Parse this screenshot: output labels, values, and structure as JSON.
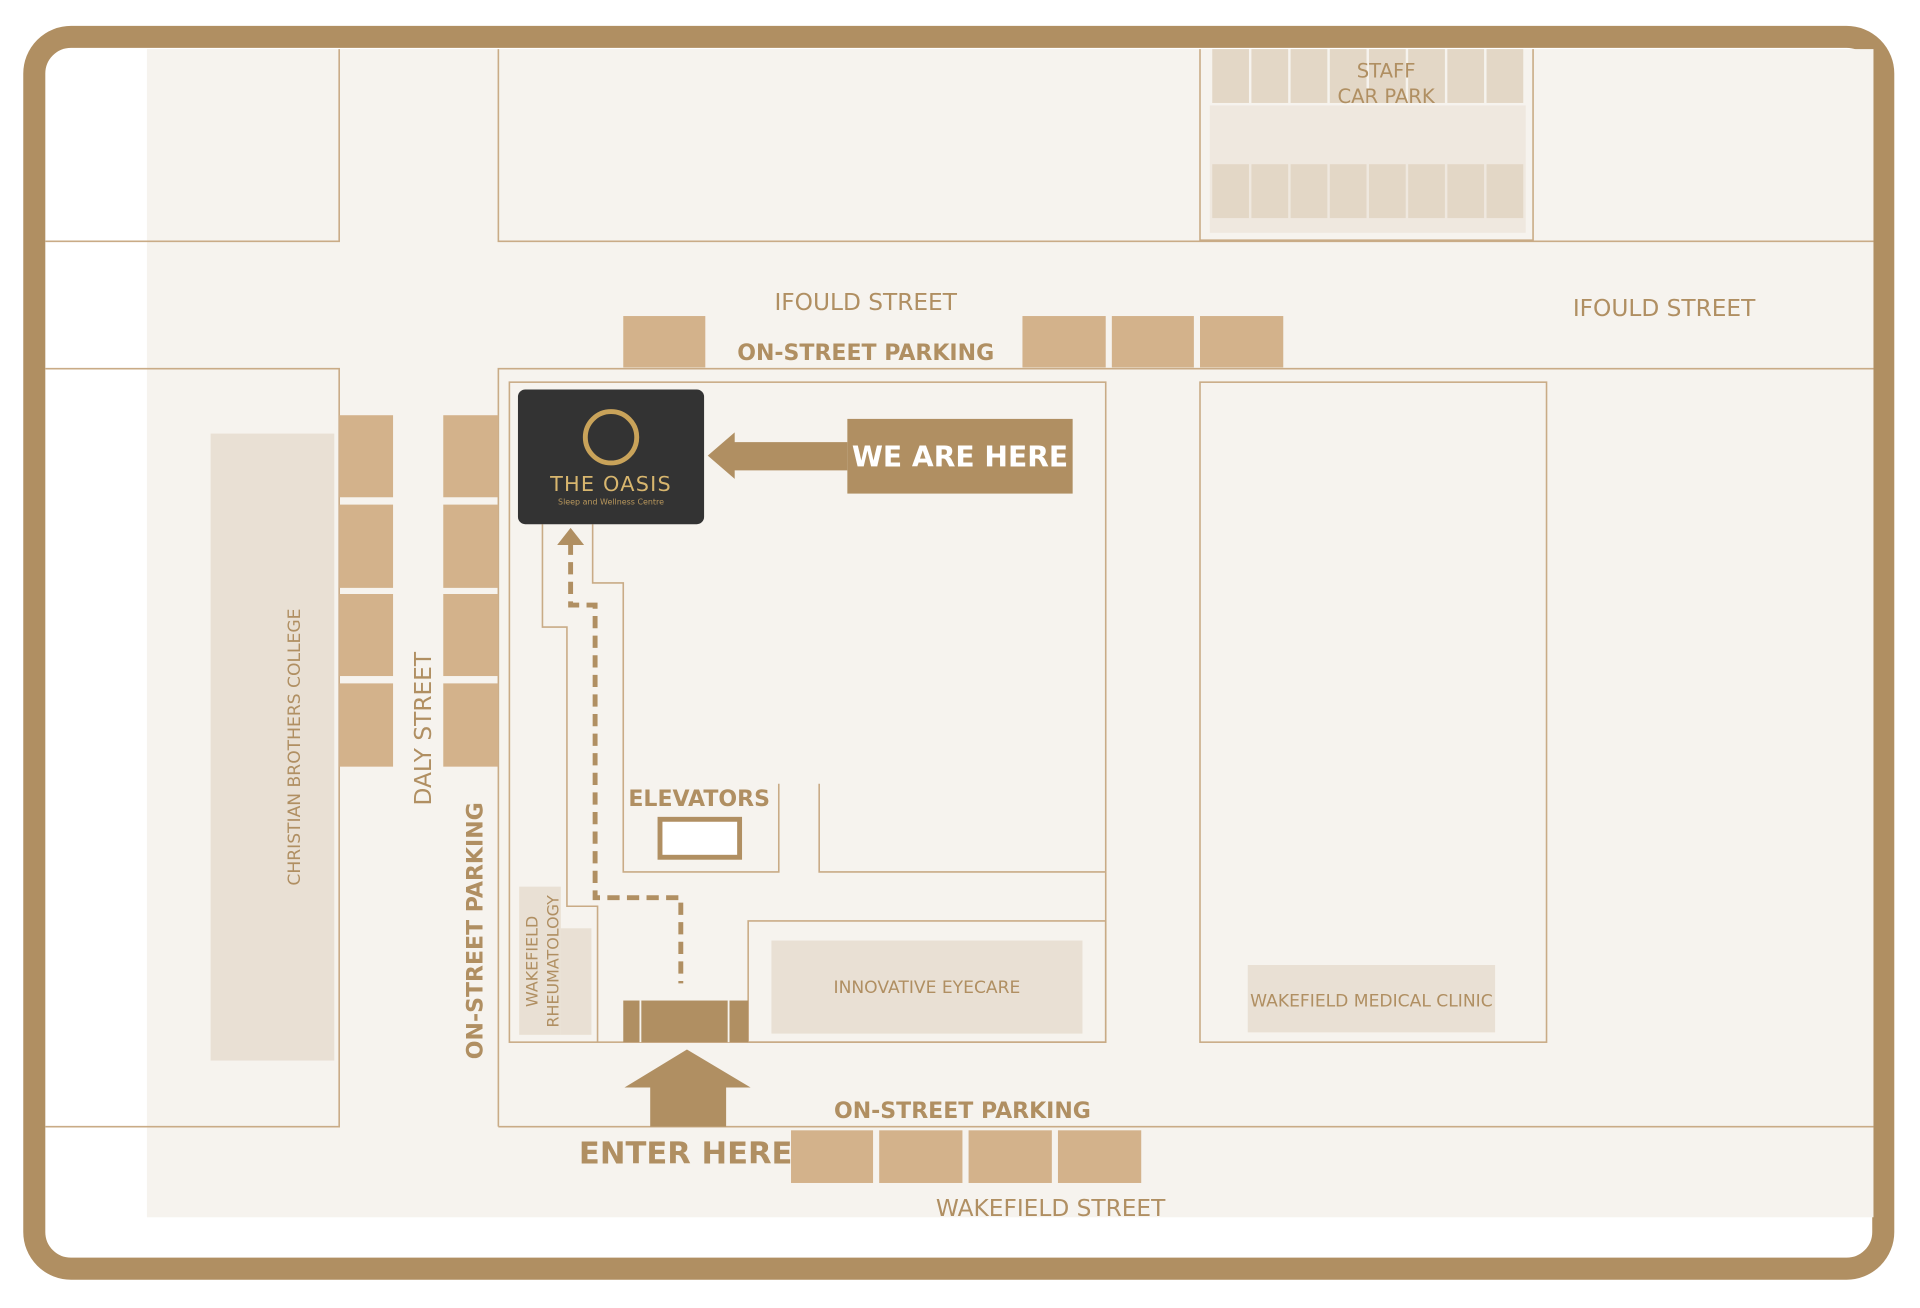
{
  "streets": {
    "ifould_left": "IFOULD STREET",
    "ifould_right": "IFOULD STREET",
    "daly": "DALY STREET",
    "wakefield": "WAKEFIELD STREET"
  },
  "parking": {
    "top": "ON-STREET PARKING",
    "left": "ON-STREET PARKING",
    "bottom": "ON-STREET PARKING",
    "staff_line1": "STAFF",
    "staff_line2": "CAR PARK"
  },
  "buildings": {
    "college": "CHRISTIAN BROTHERS COLLEGE",
    "rheum_line1": "WAKEFIELD",
    "rheum_line2": "RHEUMATOLOGY",
    "eyecare": "INNOVATIVE EYECARE",
    "clinic": "WAKEFIELD MEDICAL CLINIC",
    "elevators": "ELEVATORS"
  },
  "logo": {
    "name": "THE OASIS",
    "tagline": "Sleep and Wellness Centre"
  },
  "callouts": {
    "we_are_here": "WE ARE HERE",
    "enter_here": "ENTER HERE"
  },
  "colors": {
    "accent": "#b08f62",
    "parking": "#d3b28b",
    "building": "#e9e0d4",
    "ground": "#f6f3ee",
    "logo_bg": "#333333"
  }
}
